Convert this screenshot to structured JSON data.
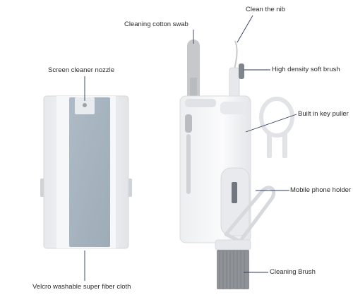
{
  "labels": {
    "screen_cleaner_nozzle": "Screen cleaner nozzle",
    "cleaning_cotton_swab": "Cleaning cotton swab",
    "clean_the_nib": "Clean the nib",
    "high_density_soft_brush": "High density soft brush",
    "built_in_key_puller": "Built in key puller",
    "mobile_phone_holder": "Mobile phone holder",
    "cleaning_brush": "Cleaning Brush",
    "velcro_cloth": "Velcro washable super fiber cloth"
  },
  "colors": {
    "shell": "#f2f3f5",
    "shell_edge": "#d9dbde",
    "cloth": "#a9b7c2",
    "cloth_dark": "#98a6b2",
    "swab": "#c9cbce",
    "bristles": "#8e9095",
    "leader_line": "#2e3a5a"
  }
}
